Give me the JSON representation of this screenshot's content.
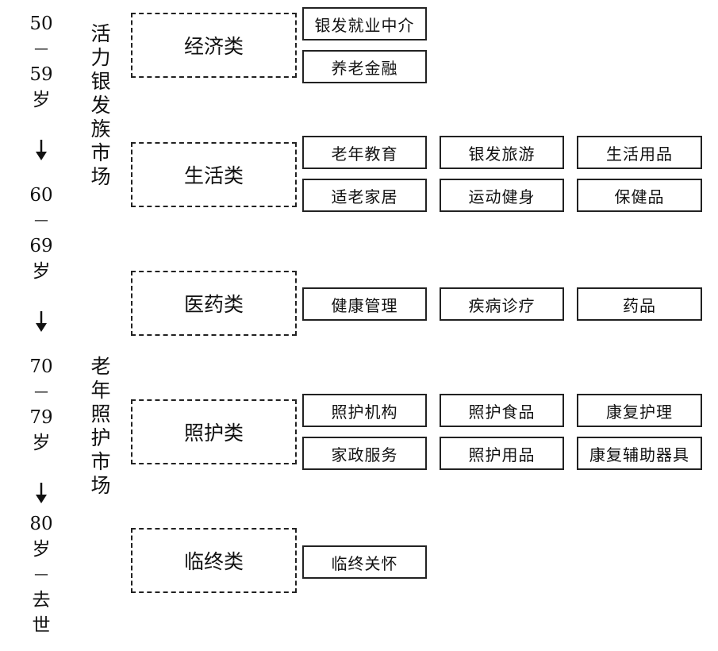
{
  "age_groups": [
    {
      "chars": [
        "50",
        "—",
        "59",
        "岁"
      ]
    },
    {
      "chars": [
        "60",
        "—",
        "69",
        "岁"
      ]
    },
    {
      "chars": [
        "70",
        "—",
        "79",
        "岁"
      ]
    },
    {
      "chars": [
        "80",
        "岁",
        "—",
        "去",
        "世"
      ]
    }
  ],
  "markets": [
    {
      "chars": [
        "活",
        "力",
        "银",
        "发",
        "族",
        "市",
        "场"
      ]
    },
    {
      "chars": [
        "老",
        "年",
        "照",
        "护",
        "市",
        "场"
      ]
    }
  ],
  "categories": [
    {
      "label": "经济类",
      "items": [
        "银发就业中介",
        "养老金融"
      ]
    },
    {
      "label": "生活类",
      "items": [
        "老年教育",
        "银发旅游",
        "生活用品",
        "适老家居",
        "运动健身",
        "保健品"
      ]
    },
    {
      "label": "医药类",
      "items": [
        "健康管理",
        "疾病诊疗",
        "药品"
      ]
    },
    {
      "label": "照护类",
      "items": [
        "照护机构",
        "照护食品",
        "康复护理",
        "家政服务",
        "照护用品",
        "康复辅助器具"
      ]
    },
    {
      "label": "临终类",
      "items": [
        "临终关怀"
      ]
    }
  ]
}
